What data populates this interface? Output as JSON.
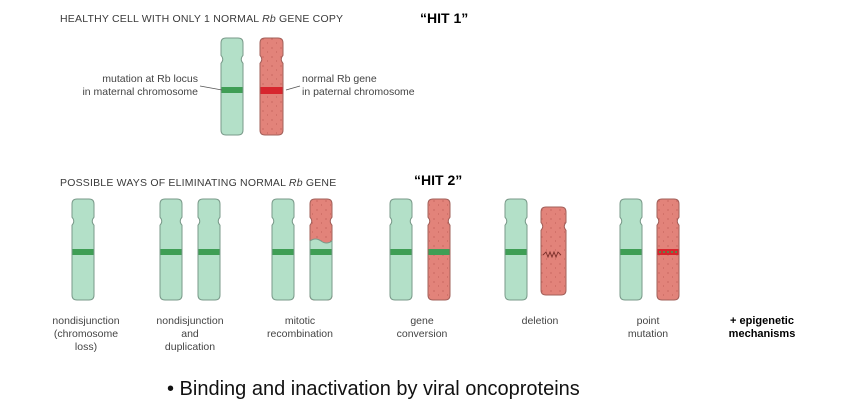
{
  "hit1": {
    "header_before": "HEALTHY CELL WITH ONLY 1 NORMAL ",
    "header_gene": "Rb",
    "header_after": " GENE COPY",
    "hit_label": "“HIT 1”",
    "left_label": [
      "mutation at Rb locus",
      "in maternal chromosome"
    ],
    "right_label": [
      "normal Rb gene",
      "in paternal chromosome"
    ]
  },
  "hit2": {
    "header_before": "POSSIBLE WAYS OF ELIMINATING NORMAL ",
    "header_gene": "Rb",
    "header_after": " GENE",
    "hit_label": "“HIT 2”",
    "mechanisms": [
      {
        "label": [
          "nondisjunction",
          "(chromosome",
          "loss)"
        ]
      },
      {
        "label": [
          "nondisjunction",
          "and",
          "duplication"
        ]
      },
      {
        "label": [
          "mitotic",
          "recombination"
        ]
      },
      {
        "label": [
          "gene",
          "conversion"
        ]
      },
      {
        "label": [
          "deletion"
        ]
      },
      {
        "label": [
          "point",
          "mutation"
        ]
      }
    ],
    "extra": [
      "+ epigenetic",
      "mechanisms"
    ]
  },
  "bullet": "• Binding and inactivation by viral oncoproteins",
  "colors": {
    "maternal_fill": "#b3e0c8",
    "maternal_stroke": "#7a9a8a",
    "paternal_fill": "#e2837a",
    "paternal_stroke": "#a2605a",
    "mutant_band": "#3f9e55",
    "normal_band": "#d7262e"
  }
}
